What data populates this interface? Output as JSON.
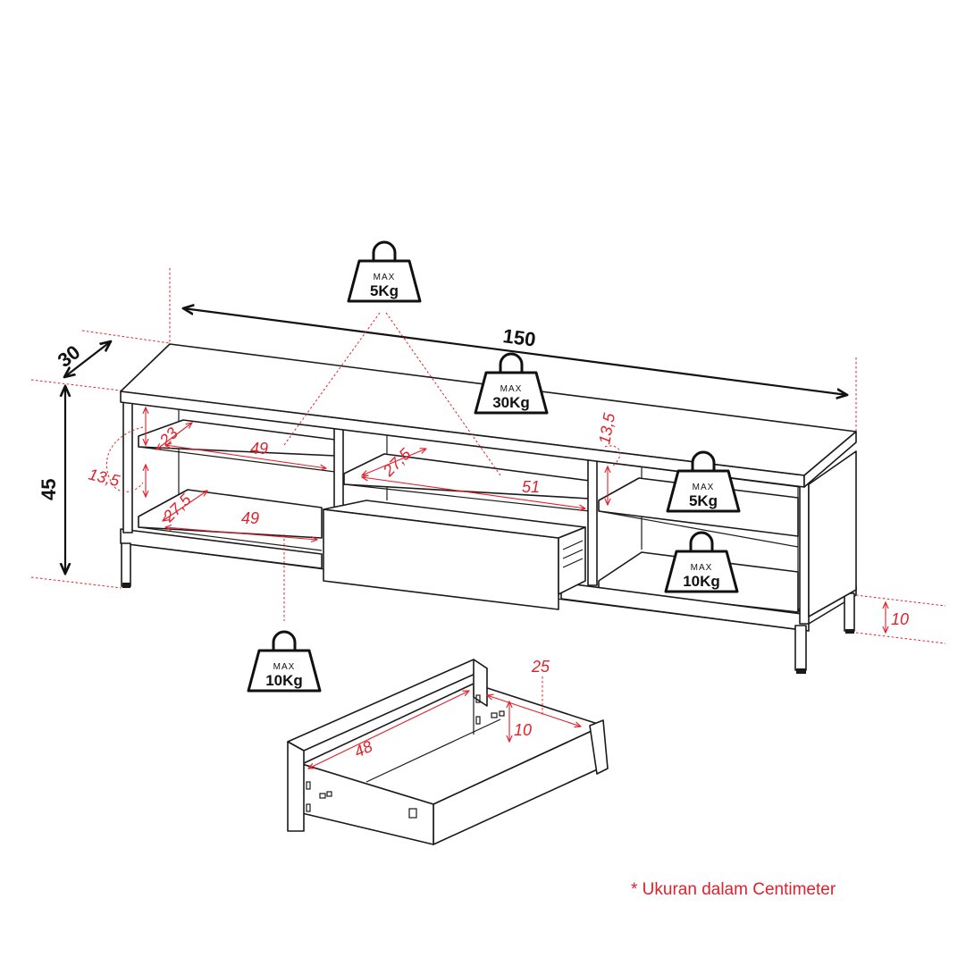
{
  "colors": {
    "dimension": "#e2202a",
    "outline": "#1a1a1a"
  },
  "overall": {
    "width": "150",
    "depth": "30",
    "height": "45",
    "leg_height": "10"
  },
  "left_bay": {
    "shelf_height": "13,5",
    "upper_depth": "23",
    "upper_width": "49",
    "lower_depth": "27,5",
    "lower_width": "49"
  },
  "middle_bay": {
    "depth": "27,5",
    "width": "51"
  },
  "right_bay": {
    "shelf_height": "13,5"
  },
  "drawer": {
    "width": "48",
    "depth": "25",
    "height": "10"
  },
  "weights": [
    {
      "id": "middle-upper-shelf",
      "max": "MAX",
      "load": "5Kg"
    },
    {
      "id": "top-surface",
      "max": "MAX",
      "load": "30Kg"
    },
    {
      "id": "right-upper-shelf",
      "max": "MAX",
      "load": "5Kg"
    },
    {
      "id": "right-lower-shelf",
      "max": "MAX",
      "load": "10Kg"
    },
    {
      "id": "left-lower-shelf",
      "max": "MAX",
      "load": "10Kg"
    }
  ],
  "note": "* Ukuran dalam Centimeter"
}
